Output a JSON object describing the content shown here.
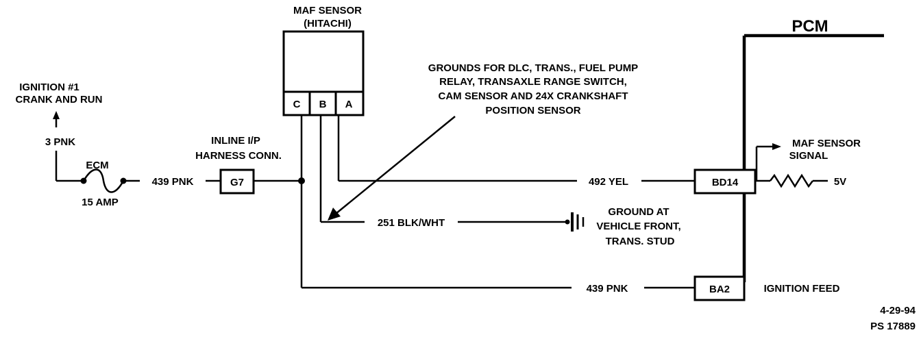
{
  "pcm": {
    "label": "PCM"
  },
  "maf_sensor": {
    "title_line1": "MAF SENSOR",
    "title_line2": "(HITACHI)",
    "pins": [
      "C",
      "B",
      "A"
    ]
  },
  "grounds_note": {
    "line1": "GROUNDS FOR DLC, TRANS., FUEL PUMP",
    "line2": "RELAY, TRANSAXLE RANGE SWITCH,",
    "line3": "CAM SENSOR AND 24X CRANKSHAFT",
    "line4": "POSITION SENSOR"
  },
  "ignition": {
    "line1": "IGNITION #1",
    "line2": "CRANK AND RUN",
    "wire": "3 PNK"
  },
  "fuse": {
    "name": "ECM",
    "rating": "15 AMP"
  },
  "connector": {
    "line1": "INLINE I/P",
    "line2": "HARNESS CONN.",
    "pin": "G7"
  },
  "wires": {
    "feed_left": "439 PNK",
    "signal": "492 YEL",
    "ground": "251 BLK/WHT",
    "feed_bottom": "439 PNK"
  },
  "terminals": {
    "signal": "BD14",
    "feed": "BA2"
  },
  "maf_signal": {
    "line1": "MAF SENSOR",
    "line2": "SIGNAL",
    "ref_voltage": "5V"
  },
  "ground_location": {
    "line1": "GROUND AT",
    "line2": "VEHICLE FRONT,",
    "line3": "TRANS. STUD"
  },
  "ignition_feed_label": "IGNITION FEED",
  "footer": {
    "date": "4-29-94",
    "ref": "PS 17889"
  }
}
